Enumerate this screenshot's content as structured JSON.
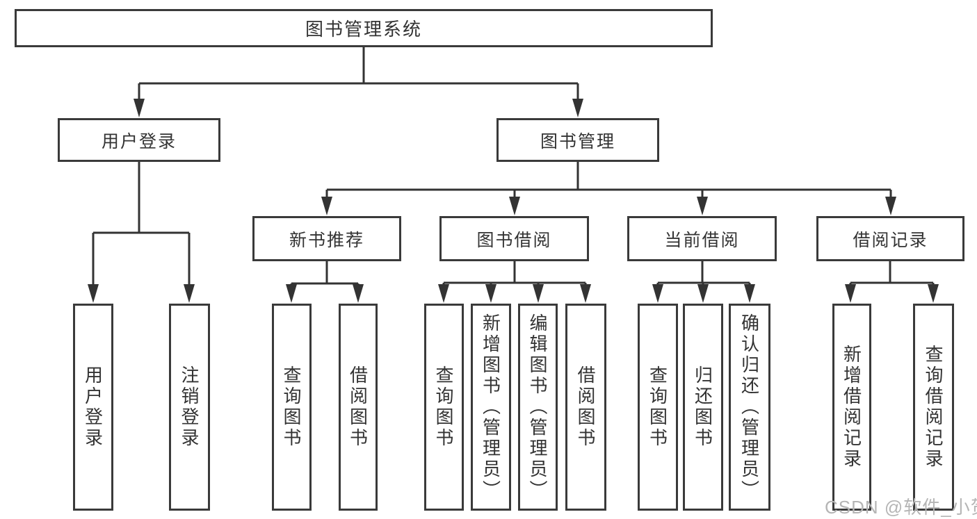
{
  "diagram": {
    "nodes": {
      "root": "图书管理系统",
      "user_login": "用户登录",
      "book_management": "图书管理",
      "new_book_recommend": "新书推荐",
      "book_borrow": "图书借阅",
      "current_borrow": "当前借阅",
      "borrow_record": "借阅记录"
    },
    "leaves": [
      "用户登录",
      "注销登录",
      "查询图书",
      "借阅图书",
      "查询图书",
      "新增图书（管理员）",
      "编辑图书（管理员）",
      "借阅图书",
      "查询图书",
      "归还图书",
      "确认归还（管理员）",
      "新增借阅记录",
      "查询借阅记录"
    ],
    "colors": {
      "line": "#333333",
      "border": "#3a3a3a",
      "text": "#333333",
      "background": "#ffffff",
      "watermark": "#b5b5b5"
    }
  },
  "watermark": "CSDN @软件_小贺同学"
}
